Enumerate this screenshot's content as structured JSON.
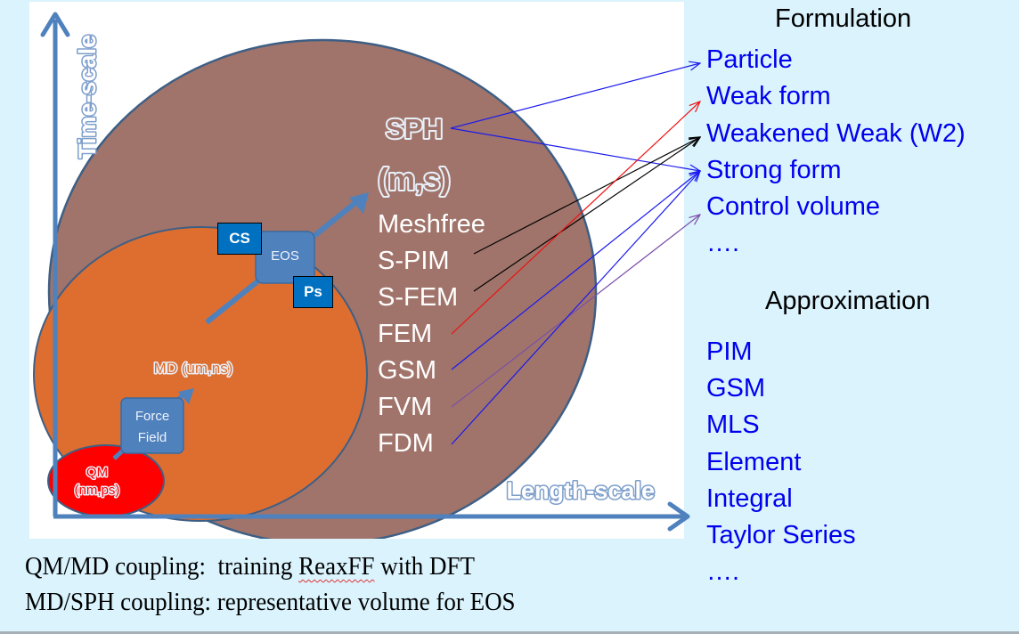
{
  "diagram": {
    "axes": {
      "y_label": "Time-scale",
      "x_label": "Length-scale"
    },
    "scales": {
      "sph": {
        "title": "SPH",
        "subtitle": "(m,s)"
      },
      "md": {
        "label": "MD (um,ns)"
      },
      "qm": {
        "line1": "QM",
        "line2": "(nm,ps)"
      }
    },
    "boxes": {
      "force_field": {
        "line1": "Force",
        "line2": "Field"
      },
      "eos": "EOS",
      "cs_tag": "CS",
      "ps_tag": "Ps"
    },
    "methods": [
      "Meshfree",
      "S-PIM",
      "S-FEM",
      "FEM",
      "GSM",
      "FVM",
      "FDM"
    ],
    "colors": {
      "panel": "#ffffff",
      "background": "#daf3fd",
      "sph_circle": "#a0746a",
      "md_circle": "#dd6e30",
      "qm_circle": "#ff0000",
      "axis": "#4f81bd",
      "list_text": "#0000ee",
      "tag_fill": "#0070c0"
    },
    "connections": [
      {
        "from": "SPH",
        "to": "Particle",
        "color": "#1a1aee"
      },
      {
        "from": "SPH",
        "to": "Strong form",
        "color": "#1a1aee"
      },
      {
        "from": "S-PIM",
        "to": "Weakened Weak (W2)",
        "color": "#000000"
      },
      {
        "from": "S-FEM",
        "to": "Weakened Weak (W2)",
        "color": "#000000"
      },
      {
        "from": "FEM",
        "to": "Weak form",
        "color": "#ee1111"
      },
      {
        "from": "GSM",
        "to": "Strong form",
        "color": "#1a1aee"
      },
      {
        "from": "FVM",
        "to": "Control volume",
        "color": "#7b4fa8"
      },
      {
        "from": "FDM",
        "to": "Strong form",
        "color": "#1a1aee"
      }
    ]
  },
  "formulation": {
    "heading": "Formulation",
    "items": [
      "Particle",
      "Weak form",
      "Weakened Weak (W2)",
      "Strong form",
      "Control volume",
      "…."
    ]
  },
  "approximation": {
    "heading": "Approximation",
    "items": [
      "PIM",
      "GSM",
      "MLS",
      "Element",
      "Integral",
      "Taylor Series",
      "…."
    ]
  },
  "captions": {
    "line1_prefix": "QM/MD coupling:  training ",
    "line1_flagged": "ReaxFF",
    "line1_suffix": " with DFT",
    "line2": "MD/SPH coupling: representative volume for EOS"
  }
}
